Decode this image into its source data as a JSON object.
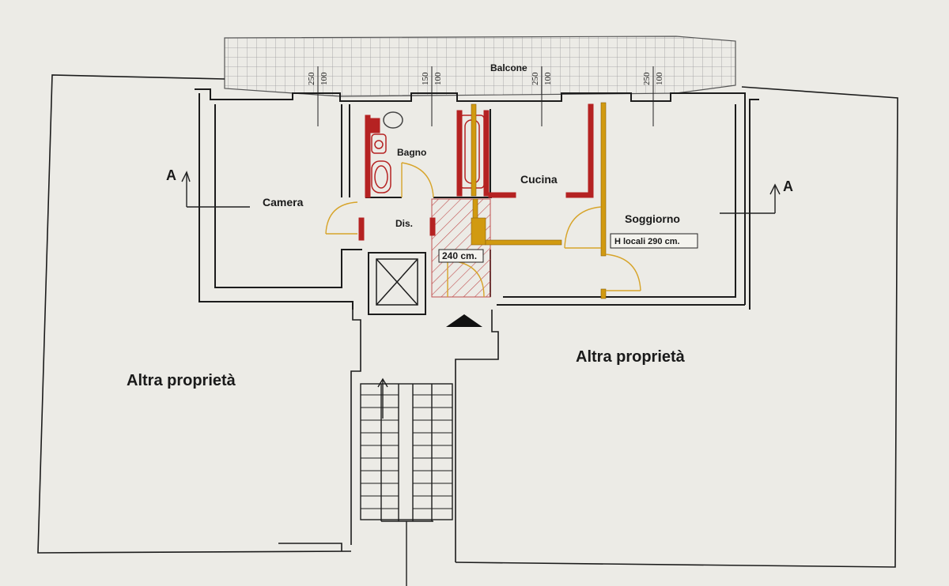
{
  "rooms": {
    "balcony": "Balcone",
    "bathroom": "Bagno",
    "kitchen": "Cucina",
    "bedroom": "Camera",
    "hall": "Dis.",
    "living": "Soggiorno"
  },
  "other_property_left": "Altra proprietà",
  "other_property_right": "Altra proprietà",
  "height_note": "H locali 290 cm.",
  "hall_height_note": "240 cm.",
  "section_marker_left": "A",
  "section_marker_right": "A",
  "window_dimensions": [
    {
      "height": "250",
      "width": "100"
    },
    {
      "height": "150",
      "width": "100"
    },
    {
      "height": "250",
      "width": "100"
    },
    {
      "height": "250",
      "width": "100"
    }
  ],
  "colors": {
    "wall": "#1c1c1c",
    "demolition_red": "#b52222",
    "new_wall_yellow": "#d19a10",
    "door_arc": "#d7a42a",
    "hatch": "#c05050",
    "balcony_grid": "#9a9a9a"
  }
}
